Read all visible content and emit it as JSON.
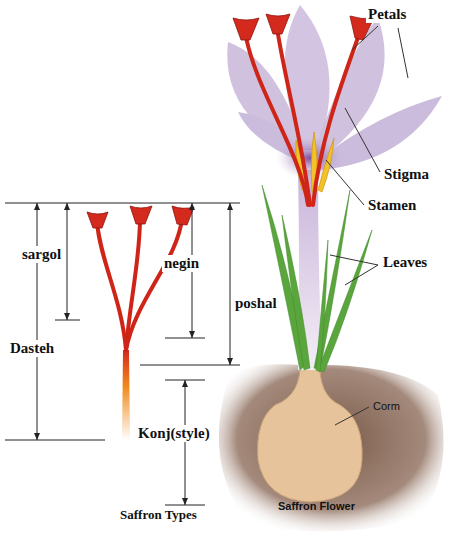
{
  "diagram": {
    "labels": [
      "Petals",
      "Stigma",
      "Stamen",
      "Leaves",
      "sargol",
      "negin",
      "poshal",
      "Dasteh",
      "Konj(style)",
      "Corm",
      "Saffron Types",
      "Saffron Flower"
    ]
  }
}
